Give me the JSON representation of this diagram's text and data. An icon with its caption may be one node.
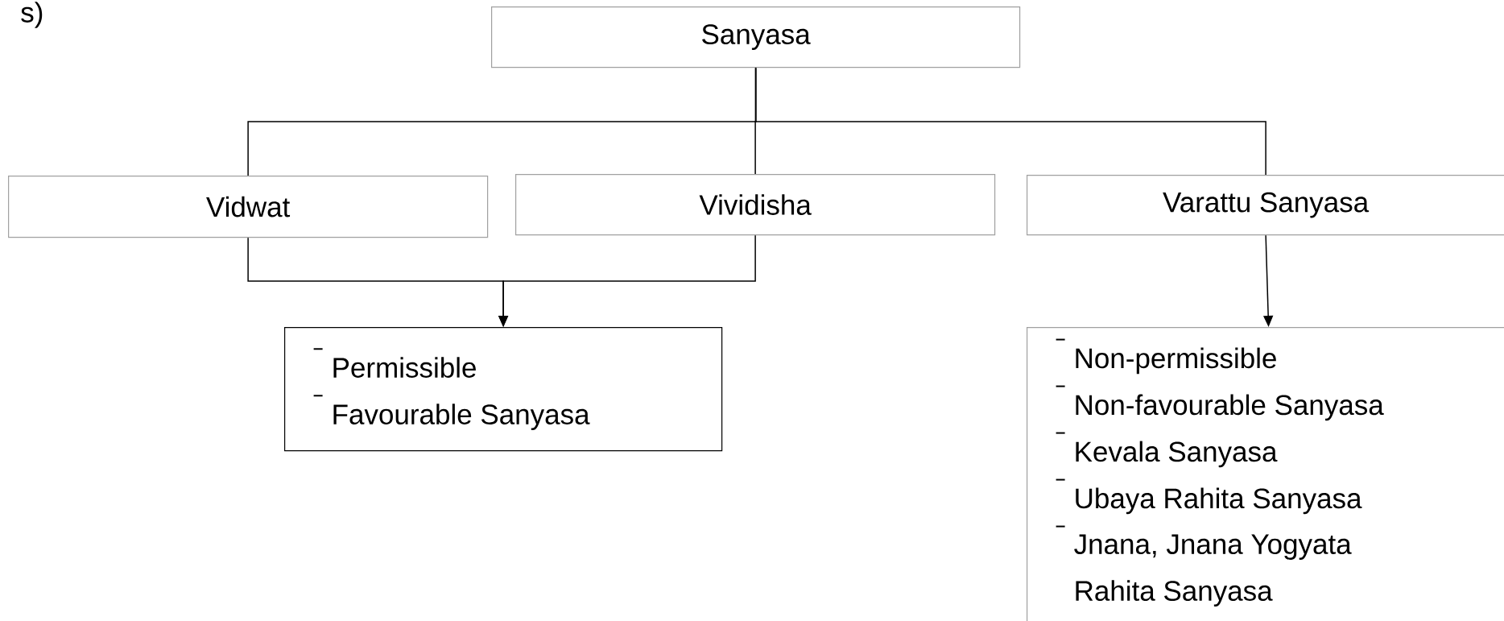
{
  "diagram": {
    "nodes": [
      {
        "text": [
          "Sanyasa"
        ]
      },
      {
        "text": [
          "Vidwat"
        ]
      },
      {
        "text": [
          "Vividisha"
        ]
      },
      {
        "text": [
          "Varattu Sanyasa"
        ]
      },
      {
        "text": [
          "Permissible",
          "Favourable Sanyasa"
        ]
      },
      {
        "text": [
          "Non-permissible",
          "Non-favourable Sanyasa",
          "Kevala Sanyasa",
          "Ubaya Rahita Sanyasa",
          "Jnana, Jnana Yogyata Rahita Sanyasa"
        ]
      }
    ],
    "edges": [
      {
        "from": 0,
        "to": 1,
        "arrow": "none"
      },
      {
        "from": 0,
        "to": 2,
        "arrow": "none"
      },
      {
        "from": 0,
        "to": 3,
        "arrow": "none"
      },
      {
        "from": 1,
        "to": 4,
        "arrow": "to"
      },
      {
        "from": 2,
        "to": 4,
        "arrow": "to"
      },
      {
        "from": 3,
        "to": 5,
        "arrow": "to"
      }
    ],
    "labels": [
      "s)"
    ]
  }
}
